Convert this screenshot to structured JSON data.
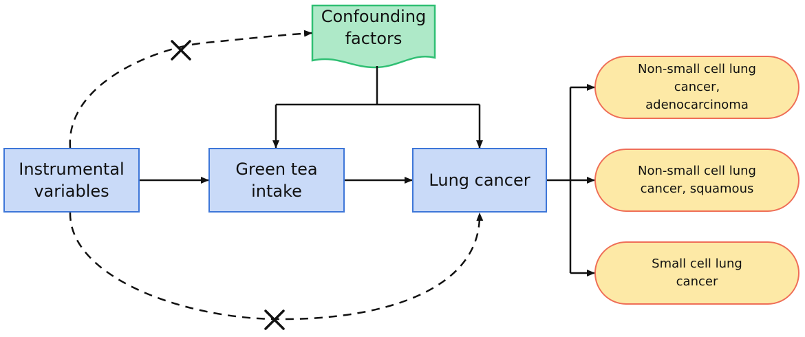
{
  "nodes": {
    "confounding_factors": "Confounding\nfactors",
    "instrumental_variables": "Instrumental\nvariables",
    "green_tea_intake": "Green tea\nintake",
    "lung_cancer": "Lung cancer",
    "nsclc_adenocarcinoma": "Non-small cell lung\ncancer,\nadenocarcinoma",
    "nsclc_squamous": "Non-small cell lung\ncancer, squamous",
    "small_cell": "Small cell lung\ncancer"
  },
  "colors": {
    "rect_fill": "#c9daf8",
    "rect_border": "#3d76d8",
    "doc_fill": "#aee9c8",
    "doc_border": "#2fbf73",
    "pill_fill": "#fde9a6",
    "pill_border": "#ef6e57",
    "line": "#111111"
  },
  "icons": [
    "cross-mark-icon"
  ]
}
